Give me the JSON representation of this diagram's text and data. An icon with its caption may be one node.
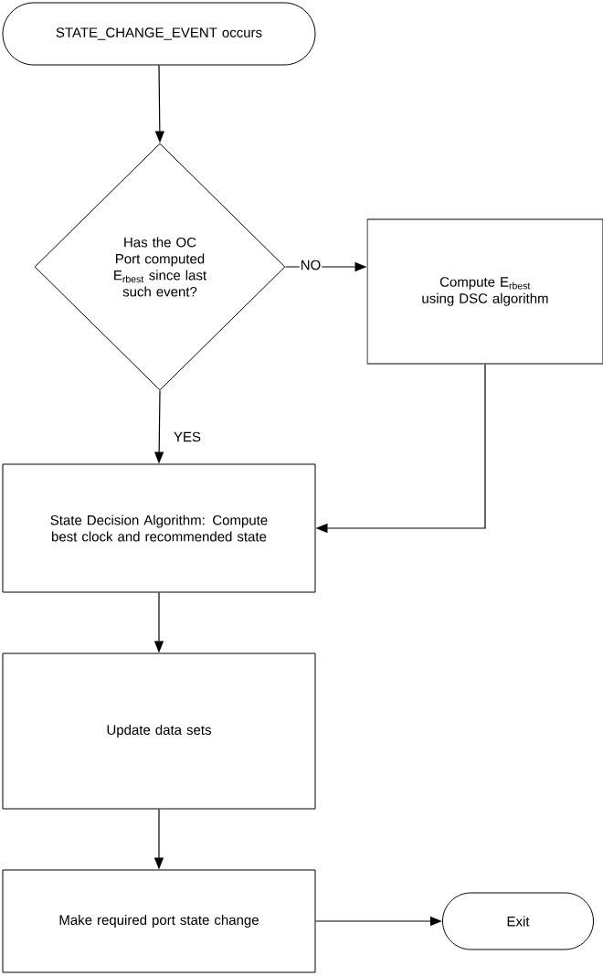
{
  "diagram": {
    "nodes": [
      {
        "text": [
          "STATE_CHANGE_EVENT occurs"
        ]
      },
      {
        "text": [
          "Has the OC Port computed E$_{rbest}$ since last such event?"
        ]
      },
      {
        "text": [
          "Compute E$_{rbest}$ using DSC algorithm"
        ]
      },
      {
        "text": [
          "State Decision Algorithm: Compute best clock and recommended state"
        ]
      },
      {
        "text": [
          "Update data sets"
        ]
      },
      {
        "text": [
          "Make required port state change"
        ]
      },
      {
        "text": [
          "Exit"
        ]
      }
    ],
    "edges": [
      {
        "from": 0,
        "to": 1,
        "arrow": "to"
      },
      {
        "from": 1,
        "to": 2,
        "arrow": "to",
        "label": "NO"
      },
      {
        "from": 1,
        "to": 3,
        "arrow": "to",
        "label": "YES"
      },
      {
        "from": 2,
        "to": 3,
        "arrow": "to"
      },
      {
        "from": 3,
        "to": 4,
        "arrow": "to"
      },
      {
        "from": 4,
        "to": 5,
        "arrow": "to"
      },
      {
        "from": 5,
        "to": 6,
        "arrow": "to"
      }
    ]
  }
}
